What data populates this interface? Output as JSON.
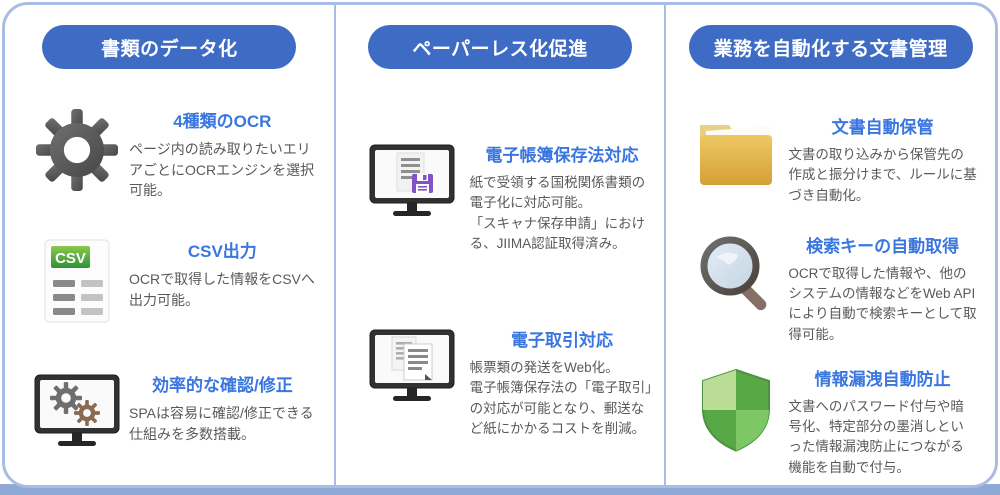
{
  "columns": [
    {
      "header": "書類のデータ化",
      "items": [
        {
          "icon": "gear-icon",
          "title": "4種類のOCR",
          "desc": "ページ内の読み取りたいエリアごとにOCRエンジンを選択可能。"
        },
        {
          "icon": "csv-file-icon",
          "title": "CSV出力",
          "desc": "OCRで取得した情報をCSVへ出力可能。"
        },
        {
          "icon": "monitor-gears-icon",
          "title": "効率的な確認/修正",
          "desc": "SPAは容易に確認/修正できる仕組みを多数搭載。"
        }
      ]
    },
    {
      "header": "ペーパーレス化促進",
      "items": [
        {
          "icon": "monitor-document-save-icon",
          "title": "電子帳簿保存法対応",
          "desc": "紙で受領する国税関係書類の電子化に対応可能。\n「スキャナ保存申請」における、JIIMA認証取得済み。"
        },
        {
          "icon": "monitor-documents-icon",
          "title": "電子取引対応",
          "desc": "帳票類の発送をWeb化。\n電子帳簿保存法の「電子取引」の対応が可能となり、郵送など紙にかかるコストを削減。"
        }
      ]
    },
    {
      "header": "業務を自動化する文書管理",
      "items": [
        {
          "icon": "folder-icon",
          "title": "文書自動保管",
          "desc": "文書の取り込みから保管先の作成と振分けまで、ルールに基づき自動化。"
        },
        {
          "icon": "magnifier-icon",
          "title": "検索キーの自動取得",
          "desc": "OCRで取得した情報や、他のシステムの情報などをWeb APIにより自動で検索キーとして取得可能。"
        },
        {
          "icon": "shield-icon",
          "title": "情報漏洩自動防止",
          "desc": "文書へのパスワード付与や暗号化、特定部分の墨消しといった情報漏洩防止につながる機能を自動で付与。"
        }
      ]
    }
  ],
  "csv_label": "CSV",
  "colors": {
    "header_pill_bg": "#3e6bc3",
    "feature_title_text": "#3a76e0",
    "body_text": "#595959",
    "card_border": "#a9bce3",
    "bottom_band": "#8ea9d6",
    "csv_green": "#3f9b37",
    "folder_gold": "#dfab42",
    "shield_green": "#5fae4a",
    "magnifier_lens_blue": "#d4e2ee"
  }
}
